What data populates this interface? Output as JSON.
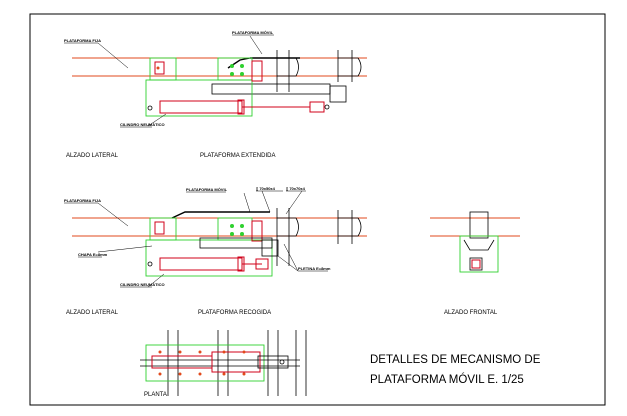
{
  "labels": {
    "plataforma_fija": "PLATAFORMA FIJA",
    "plataforma_movil": "PLATAFORMA MÓVIL",
    "cilindro": "CILINDRO NEUMÁTICO",
    "alzado_lateral": "ALZADO LATERAL",
    "extendida": "PLATAFORMA EXTENDIDA",
    "recogida": "PLATAFORMA RECOGIDA",
    "alzado_frontal": "ALZADO FRONTAL",
    "planta": "PLANTA",
    "chapa": "CHAPA E=8mm",
    "pletina": "PLETINA E=8mm",
    "perfil_1": "▯ 70x50x4",
    "perfil_2": "▯ 70x70x4"
  },
  "title": {
    "line1": "DETALLES DE MECANISMO DE",
    "line2": "PLATAFORMA MÓVIL    E. 1/25"
  }
}
